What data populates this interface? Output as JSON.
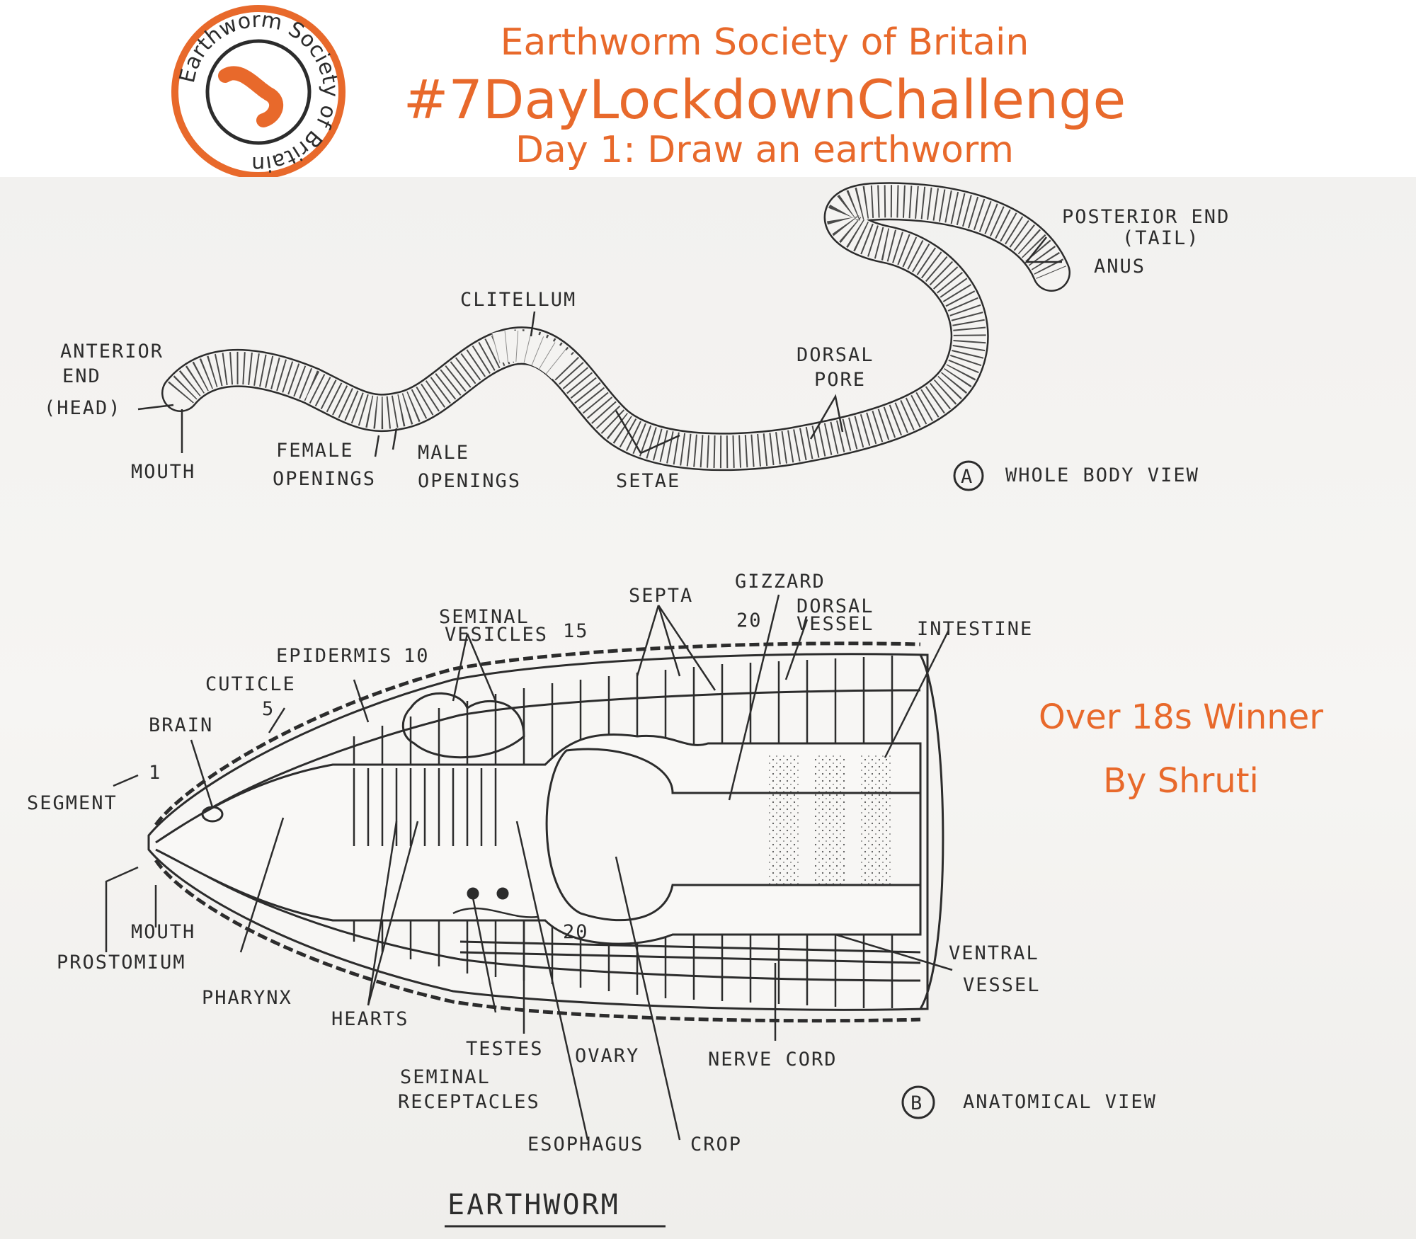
{
  "header": {
    "org_name": "Earthworm Society of Britain",
    "hashtag": "#7DayLockdownChallenge",
    "subtitle": "Day 1: Draw an earthworm",
    "logo_text": "Earthworm Society of Britain"
  },
  "award": {
    "line1": "Over 18s Winner",
    "line2": "By Shruti"
  },
  "colors": {
    "accent": "#e8692b",
    "ink": "#2c2c2c",
    "paper": "#f4f3f1"
  },
  "diagram": {
    "title": "EARTHWORM",
    "view_a": {
      "marker": "A",
      "caption": "WHOLE BODY VIEW",
      "labels": {
        "anterior_1": "ANTERIOR",
        "anterior_2": "END",
        "anterior_3": "(HEAD)",
        "mouth": "MOUTH",
        "female_1": "FEMALE",
        "female_2": "OPENINGS",
        "male_1": "MALE",
        "male_2": "OPENINGS",
        "clitellum": "CLITELLUM",
        "setae": "SETAE",
        "dorsal_pore_1": "DORSAL",
        "dorsal_pore_2": "PORE",
        "posterior_1": "POSTERIOR END",
        "posterior_2": "(TAIL)",
        "anus": "ANUS"
      }
    },
    "view_b": {
      "marker": "B",
      "caption": "ANATOMICAL VIEW",
      "labels": {
        "segment": "SEGMENT",
        "num_1": "1",
        "brain": "BRAIN",
        "cuticle": "CUTICLE",
        "num_5": "5",
        "epidermis": "EPIDERMIS",
        "num_10": "10",
        "seminal_vesicles_1": "SEMINAL",
        "seminal_vesicles_2": "VESICLES",
        "num_15": "15",
        "septa": "SEPTA",
        "gizzard": "GIZZARD",
        "num_20": "20",
        "dorsal_vessel_1": "DORSAL",
        "dorsal_vessel_2": "VESSEL",
        "intestine": "INTESTINE",
        "mouth": "MOUTH",
        "prostomium": "PROSTOMIUM",
        "pharynx": "PHARYNX",
        "hearts": "HEARTS",
        "testes": "TESTES",
        "seminal_receptacles_1": "SEMINAL",
        "seminal_receptacles_2": "RECEPTACLES",
        "ovary": "OVARY",
        "esophagus": "ESOPHAGUS",
        "crop": "CROP",
        "nerve_cord": "NERVE CORD",
        "ventral_vessel_1": "VENTRAL",
        "ventral_vessel_2": "VESSEL",
        "num_20_lower": "20"
      }
    }
  }
}
